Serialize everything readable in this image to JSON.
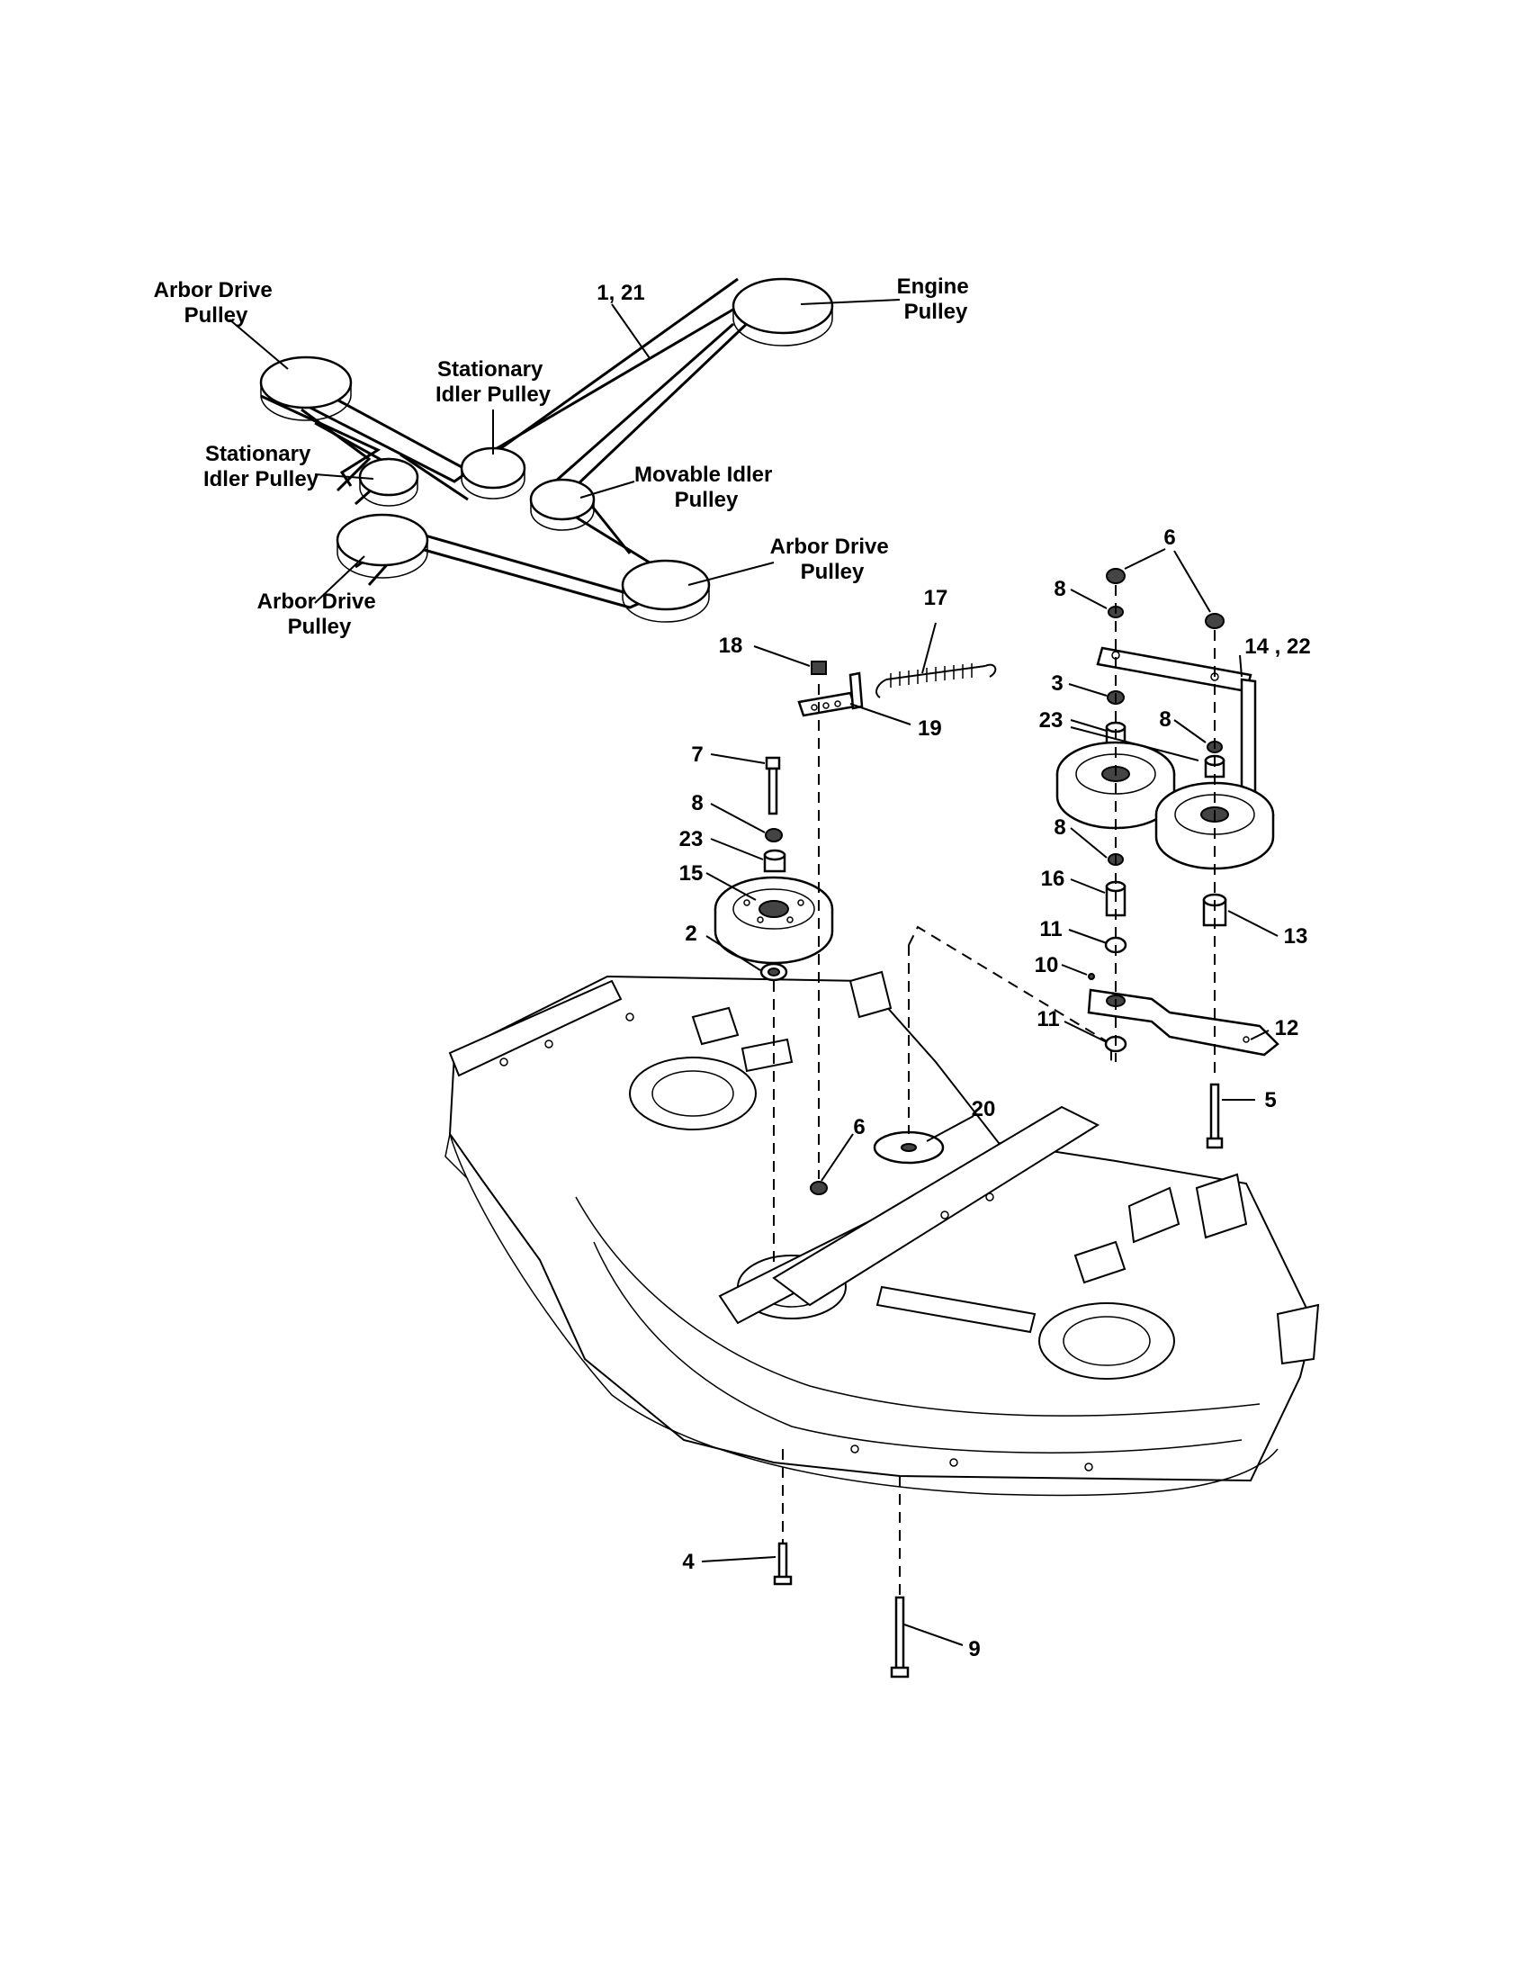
{
  "pulley_labels": {
    "arbor_top_left": [
      "Arbor Drive",
      "Pulley"
    ],
    "engine": [
      "Engine",
      "Pulley"
    ],
    "stationary_center": [
      "Stationary",
      "Idler Pulley"
    ],
    "stationary_left": [
      "Stationary",
      "Idler Pulley"
    ],
    "movable_idler": [
      "Movable Idler",
      "Pulley"
    ],
    "arbor_right": [
      "Arbor Drive",
      "Pulley"
    ],
    "arbor_bottom_left": [
      "Arbor Drive",
      "Pulley"
    ],
    "belt_callout": "1, 21"
  },
  "callouts": {
    "c2": "2",
    "c3": "3",
    "c4": "4",
    "c5": "5",
    "c6a": "6",
    "c6b": "6",
    "c7": "7",
    "c8a": "8",
    "c8b": "8",
    "c8c": "8",
    "c8d": "8",
    "c9": "9",
    "c10": "10",
    "c11a": "11",
    "c11b": "11",
    "c12": "12",
    "c13": "13",
    "c14": "14 , 22",
    "c15": "15",
    "c16": "16",
    "c17": "17",
    "c18": "18",
    "c19": "19",
    "c20": "20",
    "c23a": "23",
    "c23b": "23"
  }
}
